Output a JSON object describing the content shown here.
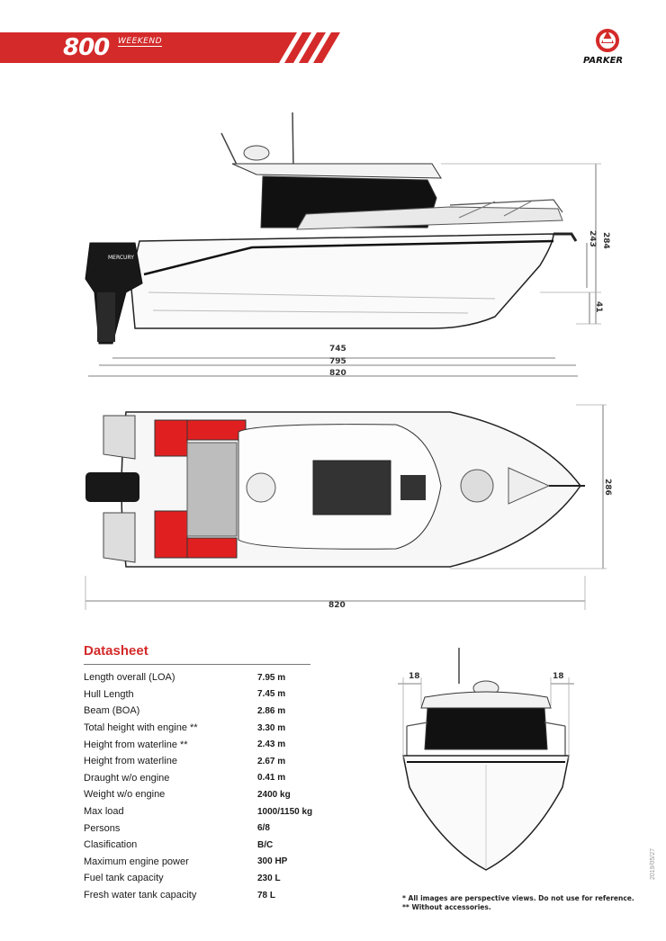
{
  "header": {
    "model": "800",
    "model_sub": "WEEKEND",
    "brand": "PARKER",
    "colors": {
      "brand_red": "#d42a2a",
      "cushion_red": "#e02020"
    }
  },
  "side_view": {
    "dims": {
      "length_wl": "745",
      "length_hull": "795",
      "length_overall": "820",
      "height_total": "284",
      "height_wl": "243",
      "draught": "41"
    }
  },
  "top_view": {
    "dims": {
      "length": "820",
      "beam": "286"
    }
  },
  "front_view": {
    "dims": {
      "left": "18",
      "right": "18"
    }
  },
  "datasheet": {
    "title": "Datasheet",
    "rows": [
      {
        "label": "Length overall (LOA)",
        "value": "7.95 m"
      },
      {
        "label": "Hull Length",
        "value": "7.45 m"
      },
      {
        "label": "Beam (BOA)",
        "value": "2.86 m"
      },
      {
        "label": "Total height with engine **",
        "value": "3.30 m"
      },
      {
        "label": "Height from waterline **",
        "value": "2.43 m"
      },
      {
        "label": "Height from waterline",
        "value": "2.67 m"
      },
      {
        "label": "Draught w/o engine",
        "value": "0.41 m"
      },
      {
        "label": "Weight w/o engine",
        "value": "2400 kg"
      },
      {
        "label": "Max load",
        "value": "1000/1150 kg"
      },
      {
        "label": "Persons",
        "value": "6/8"
      },
      {
        "label": "Clasification",
        "value": "B/C"
      },
      {
        "label": "Maximum engine power",
        "value": "300 HP"
      },
      {
        "label": "Fuel tank capacity",
        "value": "230 L"
      },
      {
        "label": "Fresh water tank capacity",
        "value": "78 L"
      }
    ]
  },
  "notes": {
    "note1": "* All images are perspective views. Do not use for reference.",
    "note2": "** Without accessories.",
    "date": "2019/05/27"
  }
}
